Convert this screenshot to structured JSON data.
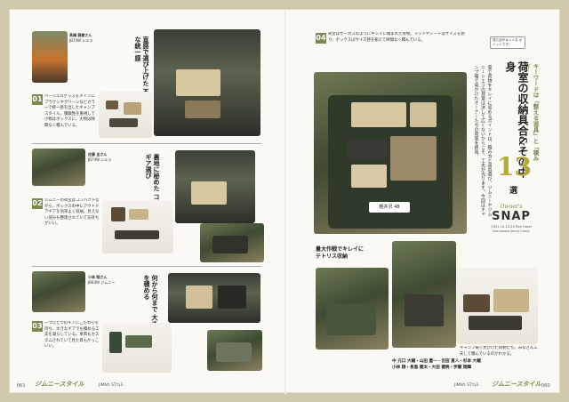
{
  "headline": {
    "kicker": "キーワードは「整える道具」と「積み方」",
    "main": "荷室の収納具合&その中身",
    "count": "13",
    "unit": "選",
    "side_note": "見た目がキレイな ポイントです！"
  },
  "intro": "車で荷物をキレイに収めるポイントは、積み方と道具選び。ジムニーやジムニーシエラの荷室は決して広くないからこそ、工夫が光ります。今回はキャンプ場で見かけたオーナーたちの荷室を拝見。",
  "snap": {
    "logo_top": "Owner's",
    "logo_main": "SNAP",
    "date_event": "2021.10.23-24 Pick Hotel Karuizawa Jimny Camp"
  },
  "left_titles": [
    "直感で選び上げた 不思議な統一感",
    "裏地に秘めた コダワリのギア選び",
    "何から何まで 大きなギアを積める"
  ],
  "right_titles": [
    "量大作戦でキレイに テトリス収納"
  ],
  "section_numbers": [
    "01",
    "02",
    "03",
    "04"
  ],
  "profiles": [
    {
      "name": "髙橋 雅樹さん",
      "car": "JB74W シエラ"
    },
    {
      "name": "佐藤 圭さん",
      "car": "JB74W シエラ"
    },
    {
      "name": "小林 翔さん",
      "car": "JB64W ジムニー"
    }
  ],
  "captions": [
    "ベージュのグッズをメインにブラウンやグリーンなどカラーで統一感を出したキャンプスタイル。積載性を重視して小物はボックスに、大物は隙間なく積んでいる。",
    "ジムニーの荷室はコンパクトながら、ボックスの中にアウトドアギアを効率よく収納。見えない部分も整理されていて気持ちがいい。",
    "一つひとつのギアにこだわりを持ち、大きなギアでも積める工夫を凝らしている。車両もカスタムされていて見た目もかっこいい。"
  ],
  "right_caption": "荷室はサーカスのようにキレイに積まれた荷物。マットやシートはサイズを測り、ボックスはサイズ感を揃えて隙間なく積んでいる。",
  "bottom_caption": "キャンプ場で見かけた荷物たち。みなさん工夫して積んでいるのがわかる。",
  "credits": {
    "line1": "中 元口 大輔・山田 豊一・吉田 直人・杉本 大輔",
    "line2": "小林 翔・長島 健太・大田 健暁・伊藤 翔輝"
  },
  "footer": {
    "left_page": "061",
    "right_page": "060",
    "left_label": "JIMNY STYLE",
    "right_label": "JIMNY STYLE",
    "brand": "ジムニースタイル"
  },
  "plate": "軽井沢 48"
}
